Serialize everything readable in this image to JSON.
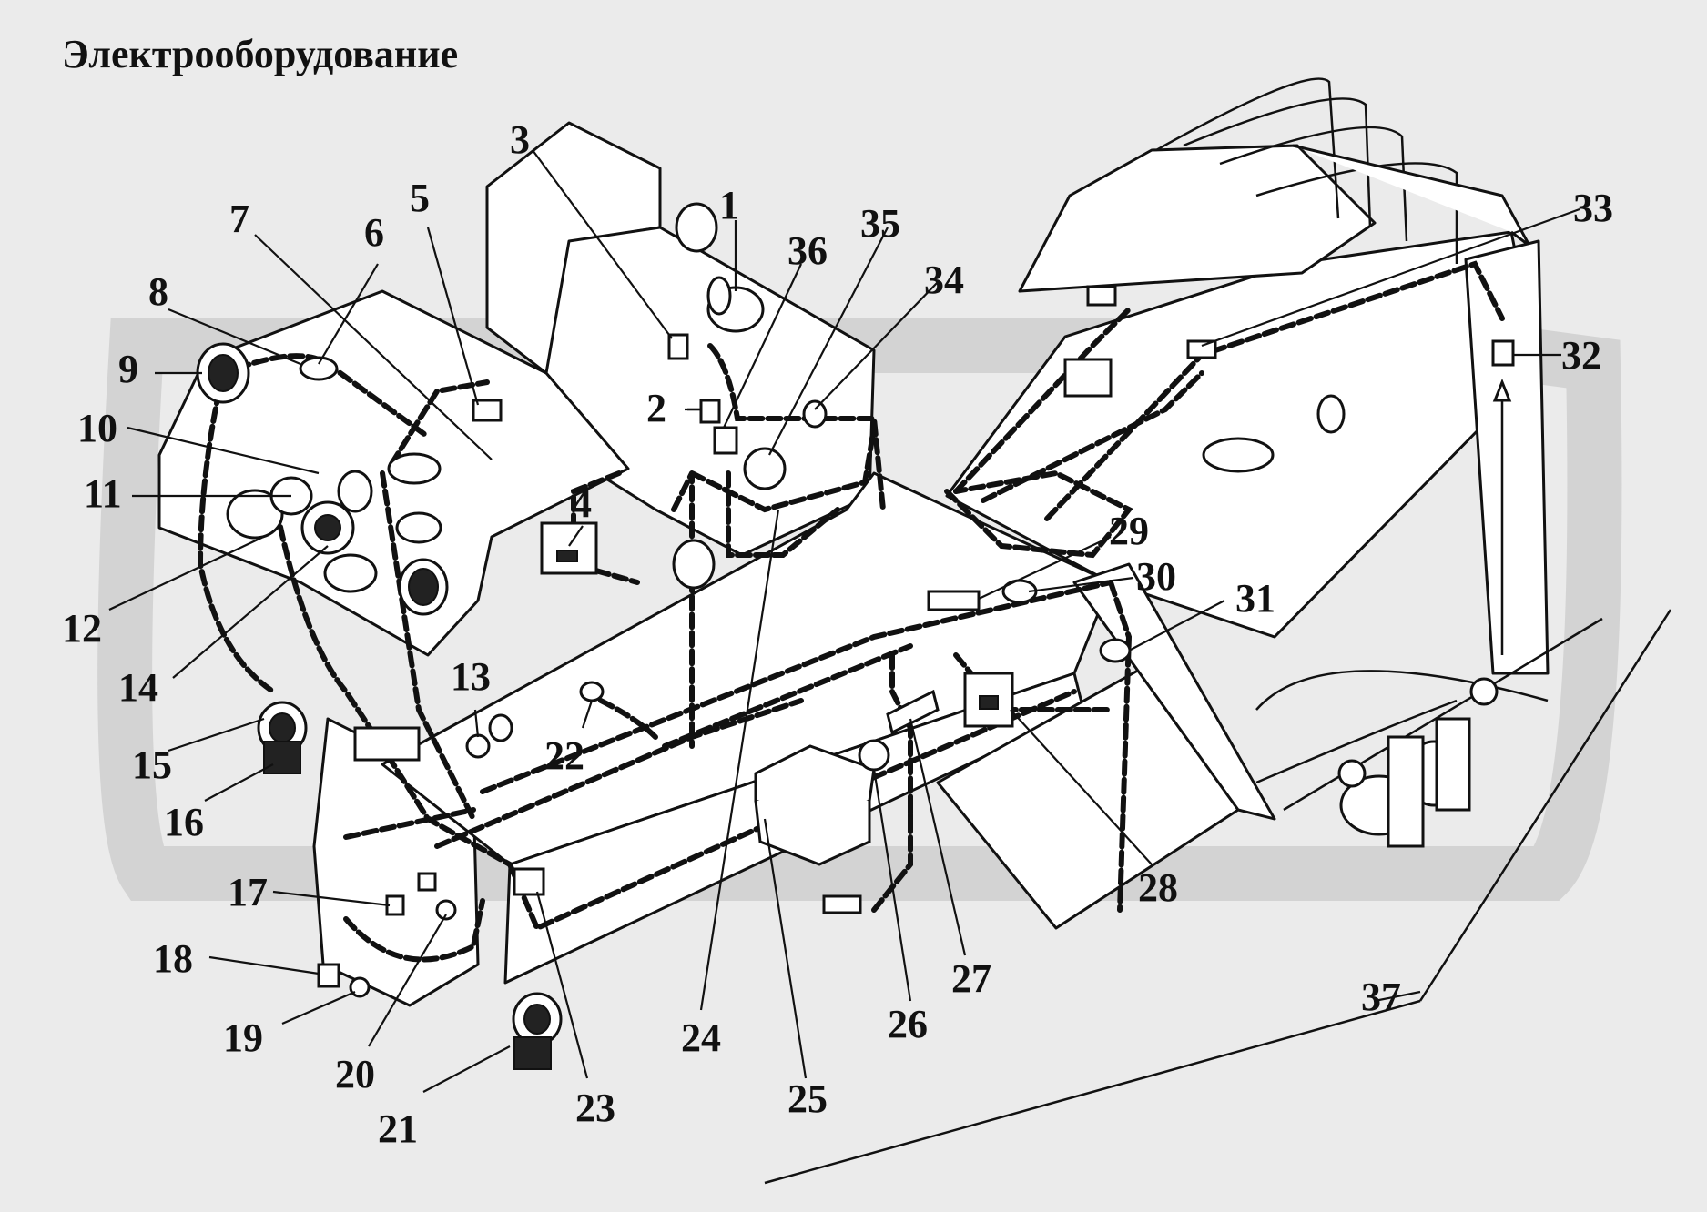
{
  "title": "Электрооборудование",
  "callouts": [
    {
      "n": "1"
    },
    {
      "n": "2"
    },
    {
      "n": "3"
    },
    {
      "n": "4"
    },
    {
      "n": "5"
    },
    {
      "n": "6"
    },
    {
      "n": "7"
    },
    {
      "n": "8"
    },
    {
      "n": "9"
    },
    {
      "n": "10"
    },
    {
      "n": "11"
    },
    {
      "n": "12"
    },
    {
      "n": "13"
    },
    {
      "n": "14"
    },
    {
      "n": "15"
    },
    {
      "n": "16"
    },
    {
      "n": "17"
    },
    {
      "n": "18"
    },
    {
      "n": "19"
    },
    {
      "n": "20"
    },
    {
      "n": "21"
    },
    {
      "n": "22"
    },
    {
      "n": "23"
    },
    {
      "n": "24"
    },
    {
      "n": "25"
    },
    {
      "n": "26"
    },
    {
      "n": "27"
    },
    {
      "n": "28"
    },
    {
      "n": "29"
    },
    {
      "n": "30"
    },
    {
      "n": "31"
    },
    {
      "n": "32"
    },
    {
      "n": "33"
    },
    {
      "n": "34"
    },
    {
      "n": "35"
    },
    {
      "n": "36"
    },
    {
      "n": "37"
    }
  ]
}
